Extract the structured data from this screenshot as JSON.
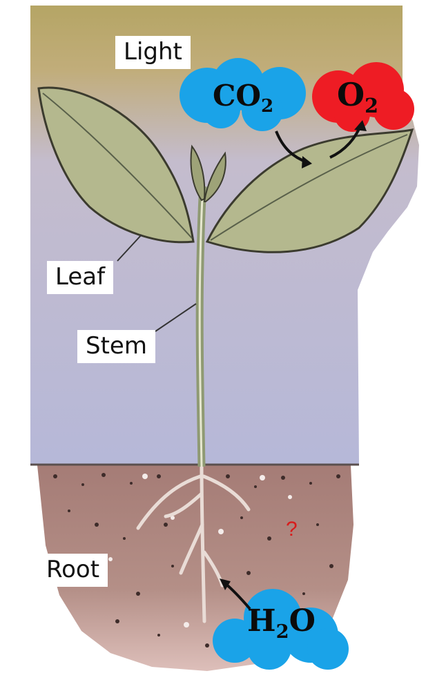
{
  "labels": {
    "light": "Light",
    "leaf": "Leaf",
    "stem": "Stem",
    "root": "Root",
    "question": "?"
  },
  "molecules": {
    "co2": {
      "base": "CO",
      "sub": "2",
      "color": "#1aa3e8"
    },
    "o2": {
      "base": "O",
      "sub": "2",
      "color": "#ee1c24"
    },
    "h2o": {
      "pre": "H",
      "sub": "2",
      "post": "O",
      "color": "#1aa3e8"
    }
  },
  "colors": {
    "sky_top": "#b5a565",
    "sky_bottom": "#b8b9d9",
    "soil": "#ad857f",
    "leaf": "#b4b88e",
    "question_mark": "#d81c1c"
  }
}
